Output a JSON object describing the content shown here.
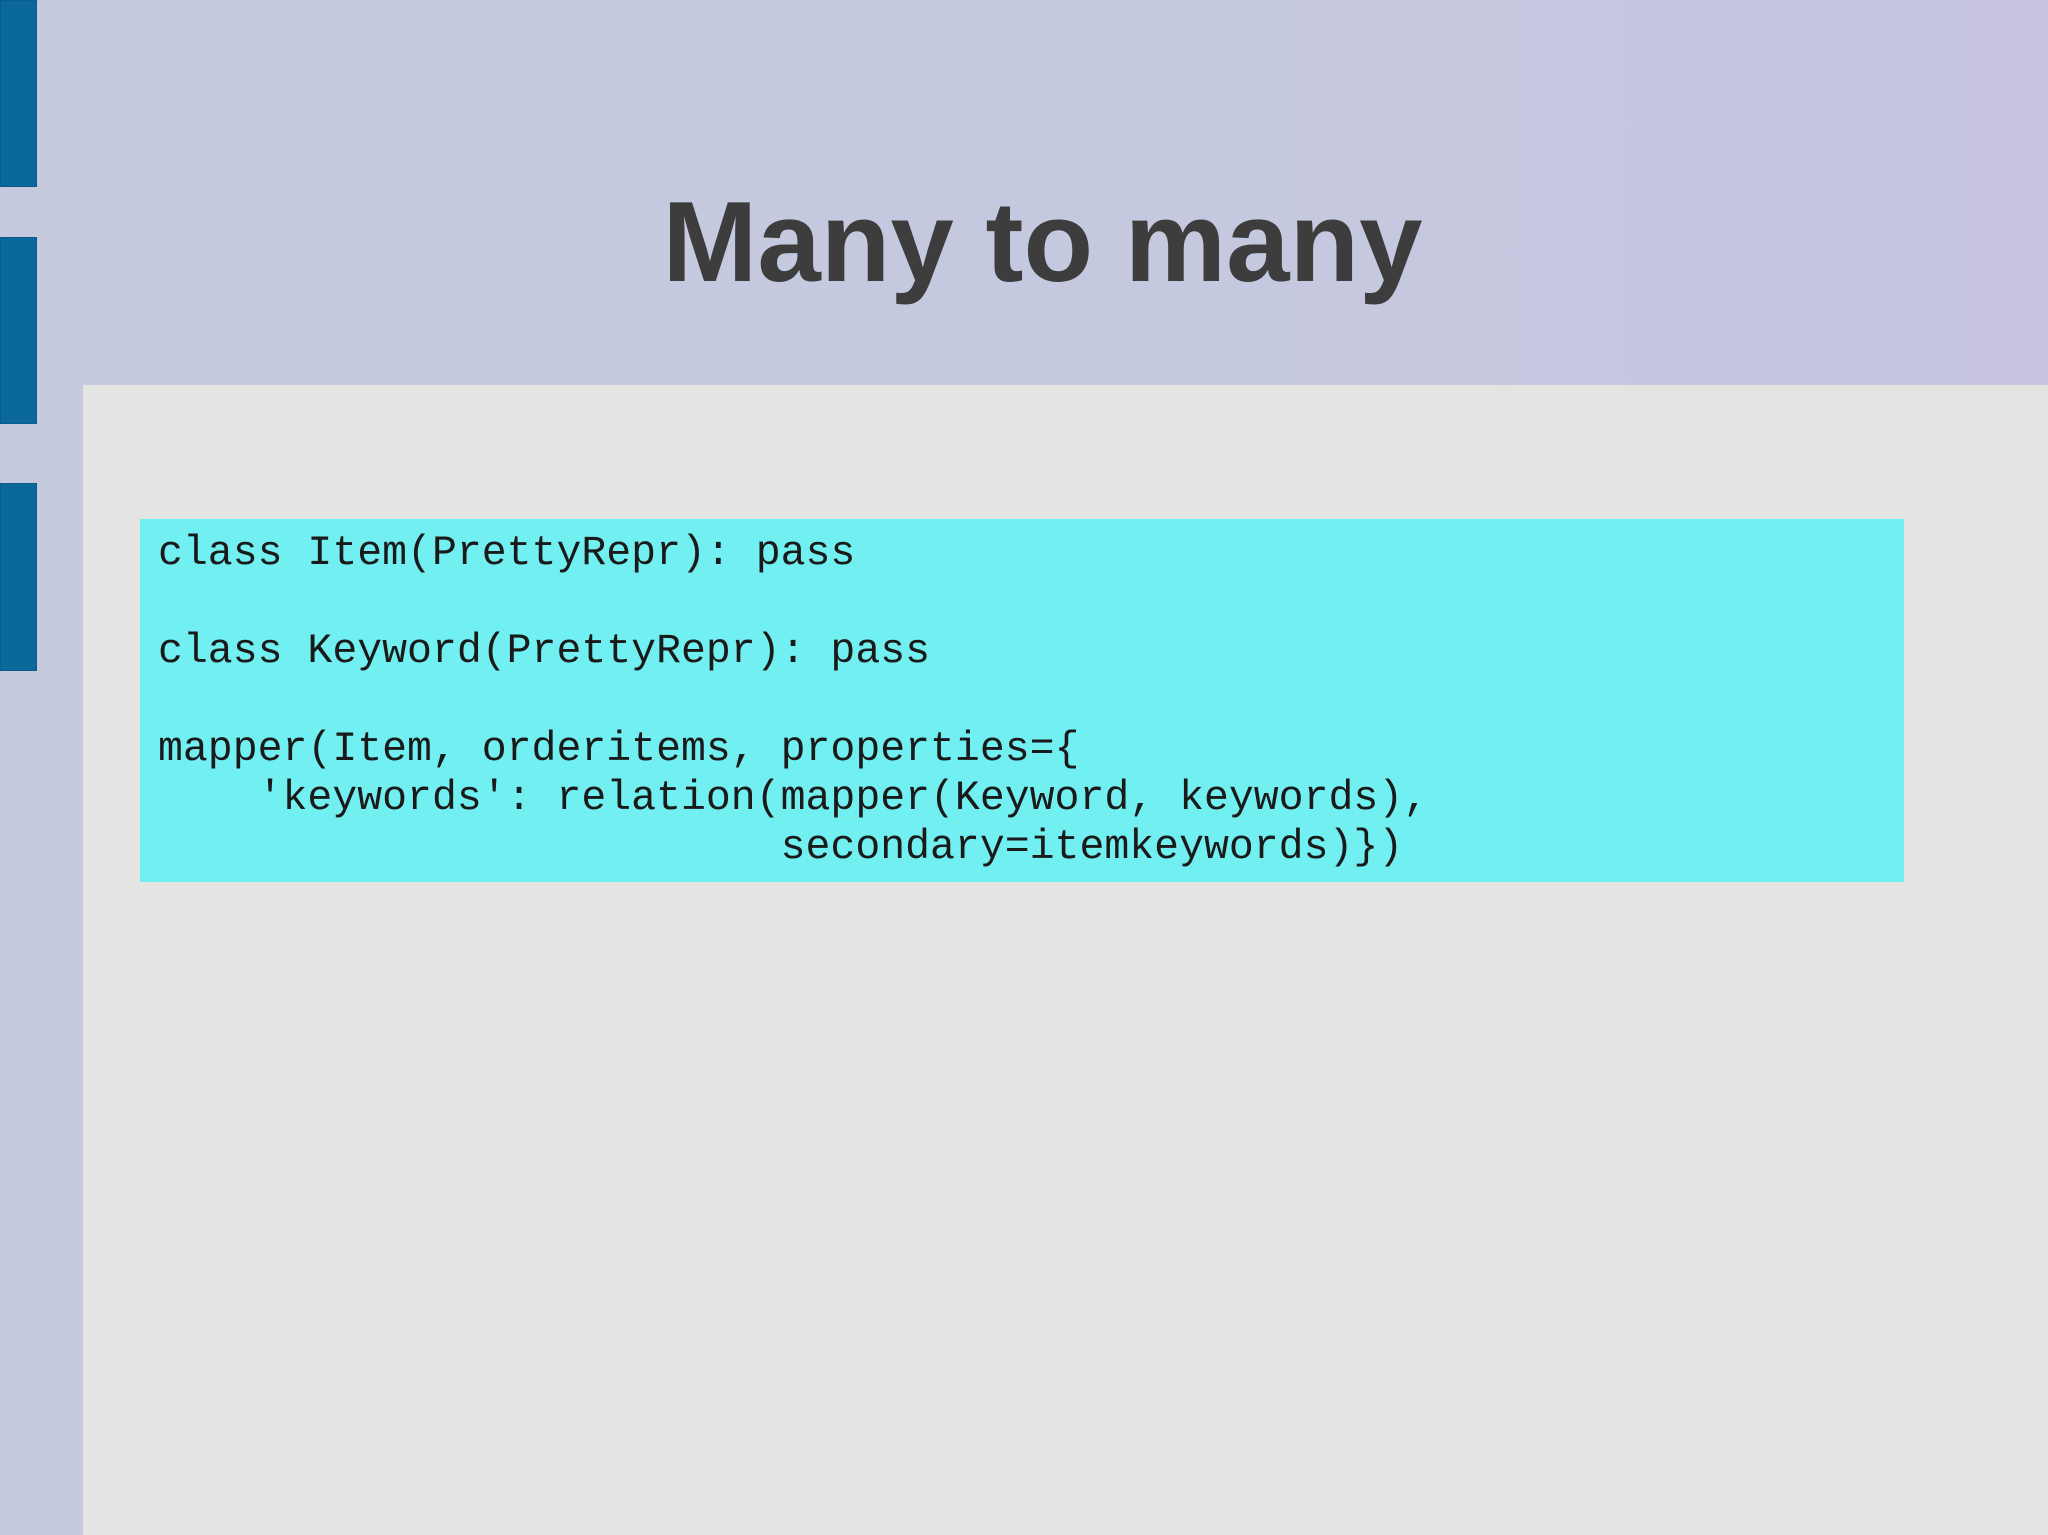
{
  "slide": {
    "title": "Many to many",
    "code_lines": [
      "class Item(PrettyRepr): pass",
      "",
      "class Keyword(PrettyRepr): pass",
      "",
      "mapper(Item, orderitems, properties={",
      "    'keywords': relation(mapper(Keyword, keywords),",
      "                         secondary=itemkeywords)})"
    ]
  },
  "colors": {
    "header_background": "#c5c9de",
    "content_background": "#e4e4e3",
    "accent_bar": "#0b689a",
    "code_background": "#72eff1",
    "title_text": "#3d3d3d"
  }
}
